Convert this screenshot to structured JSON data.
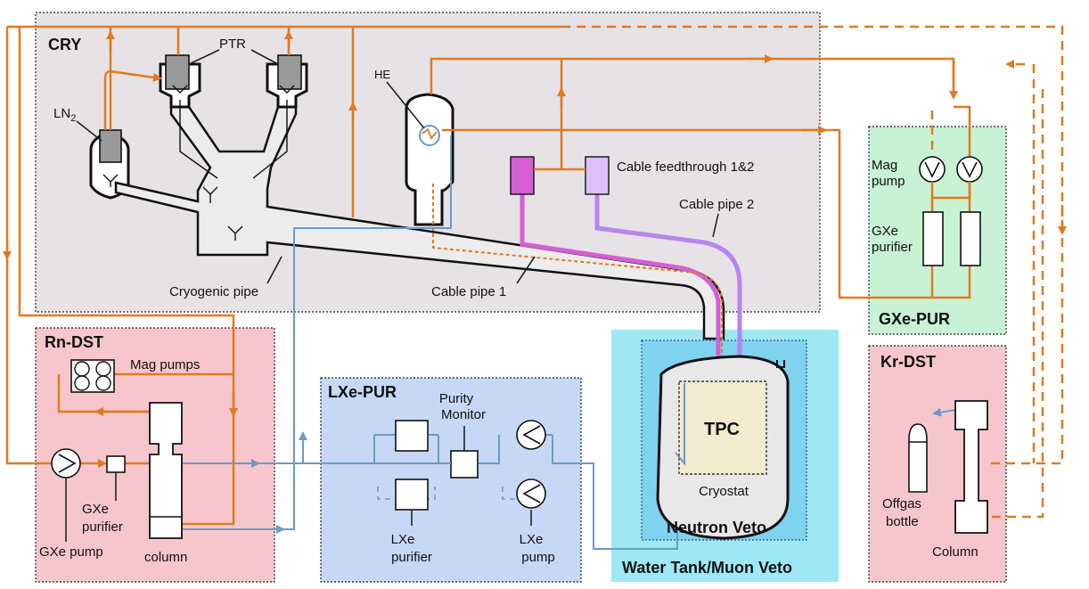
{
  "sections": {
    "cry": "CRY",
    "rn_dst": "Rn-DST",
    "lxe_pur": "LXe-PUR",
    "gxe_pur": "GXe-PUR",
    "kr_dst": "Kr-DST",
    "neutron_veto": "Neutron Veto",
    "water_tank": "Water Tank/Muon Veto"
  },
  "labels": {
    "ptr": "PTR",
    "ln2": "LN",
    "ln2_sub": "2",
    "he": "HE",
    "cable_feedthrough": "Cable feedthrough 1&2",
    "cable_pipe_2": "Cable pipe 2",
    "cable_pipe_1": "Cable pipe 1",
    "cryogenic_pipe": "Cryogenic pipe",
    "mag_pumps": "Mag pumps",
    "gxe_purifier_rn_1": "GXe",
    "gxe_purifier_rn_2": "purifier",
    "gxe_pump": "GXe pump",
    "column_rn": "column",
    "purity_monitor_1": "Purity",
    "purity_monitor_2": "Monitor",
    "lxe_purifier_1": "LXe",
    "lxe_purifier_2": "purifier",
    "lxe_pump_1": "LXe",
    "lxe_pump_2": "pump",
    "tpc": "TPC",
    "cryostat": "Cryostat",
    "mag_pump_1": "Mag",
    "mag_pump_2": "pump",
    "gxe_purifier_g_1": "GXe",
    "gxe_purifier_g_2": "purifier",
    "offgas_1": "Offgas",
    "offgas_2": "bottle",
    "column_kr": "Column"
  },
  "colors": {
    "cry_bg": "#e7e2e6",
    "rn_bg": "#f7c6cc",
    "lxe_bg": "#c6d8f5",
    "gxe_bg": "#c8f2d4",
    "kr_bg": "#f7c6cc",
    "water_bg": "#9ee8f5",
    "neutron_bg": "#7fd3ef",
    "orange": "#e07a1f",
    "blue": "#6a9ac8",
    "magenta": "#d45fd4",
    "lilac": "#cfa9f0"
  }
}
